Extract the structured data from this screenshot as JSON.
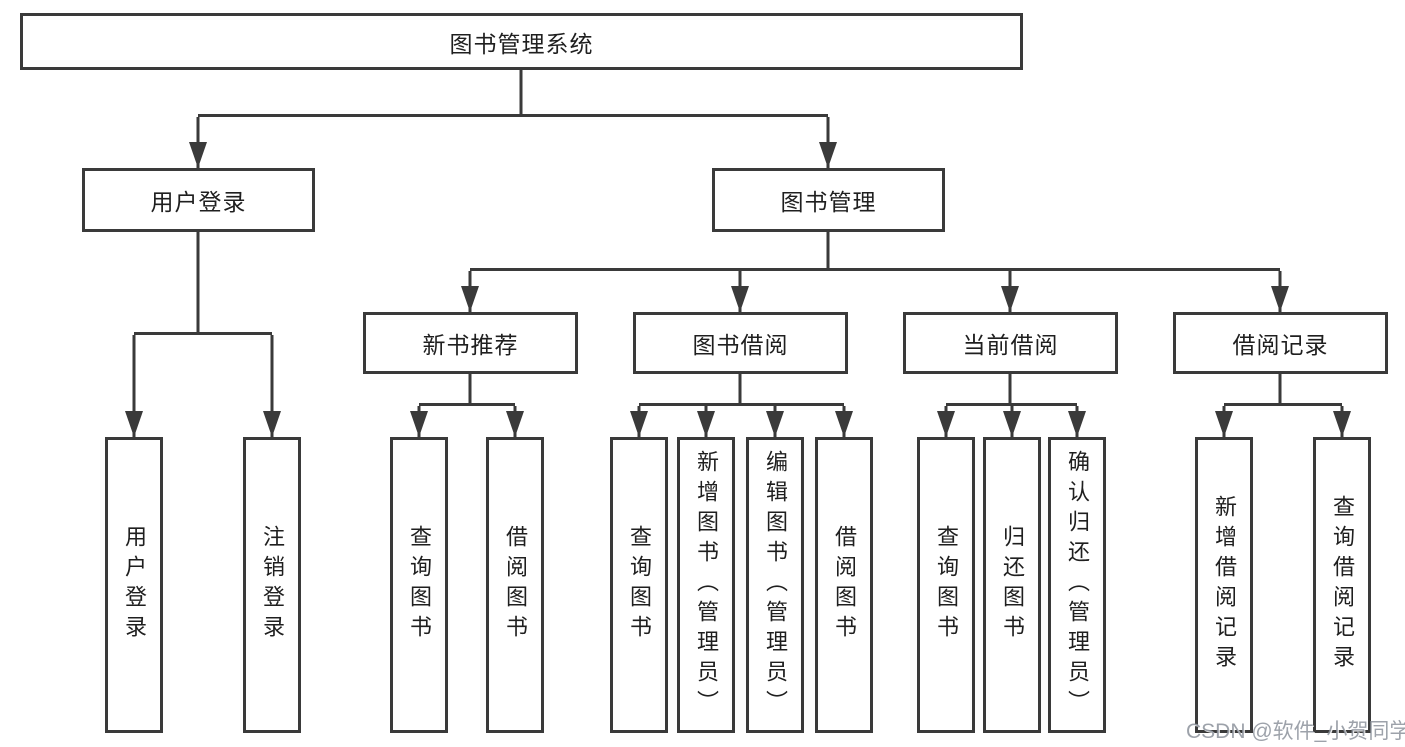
{
  "diagram": {
    "root": "图书管理系统",
    "level2": {
      "user_login": "用户登录",
      "book_mgmt": "图书管理"
    },
    "level3": {
      "new_books": "新书推荐",
      "borrowing": "图书借阅",
      "current": "当前借阅",
      "records": "借阅记录"
    },
    "leaves": {
      "user_login_leaf": "用户登录",
      "logout": "注销登录",
      "nb_query": "查询图书",
      "nb_borrow": "借阅图书",
      "bb_query": "查询图书",
      "bb_add": "新增图书（管理员）",
      "bb_edit": "编辑图书（管理员）",
      "bb_borrow": "借阅图书",
      "cb_query": "查询图书",
      "cb_return": "归还图书",
      "cb_confirm": "确认归还（管理员）",
      "rec_add": "新增借阅记录",
      "rec_query": "查询借阅记录"
    },
    "watermark": "CSDN @软件_小贺同学",
    "colors": {
      "line": "#3a3a3a",
      "text": "#1f1f1f",
      "background": "#ffffff",
      "watermark": "#8c929b"
    }
  }
}
